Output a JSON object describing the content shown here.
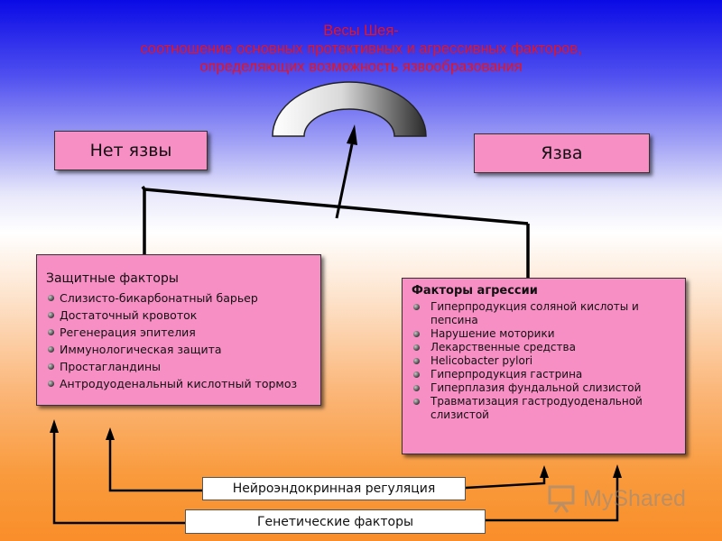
{
  "title": {
    "line1": "Весы Шея-",
    "line2": "соотношение основных протективных и агрессивных факторов,",
    "line3": "определяющих возможность язвообразования"
  },
  "outcomes": {
    "no_ulcer": "Нет язвы",
    "ulcer": "Язва"
  },
  "protective": {
    "title": "Защитные факторы",
    "items": [
      "Слизисто-бикарбонатный барьер",
      "Достаточный кровоток",
      "Регенерация эпителия",
      "Иммунологическая защита",
      "Простагландины",
      "Антродуоденальный кислотный тормоз"
    ]
  },
  "aggressive": {
    "title": "Факторы агрессии",
    "items": [
      "Гиперпродукция соляной кислоты и пепсина",
      "Нарушение моторики",
      "Лекарственные средства",
      "Helicobacter pylori",
      "Гиперпродукция гастрина",
      "Гиперплазия фундальной слизистой",
      "Травматизация гастродуоденальной слизистой"
    ]
  },
  "regulation": {
    "neuroendocrine": "Нейроэндокринная регуляция",
    "genetic": "Генетические факторы"
  },
  "watermark": {
    "text": "MyShared",
    "icon": "presentation-board-icon"
  },
  "colors": {
    "title": "#e8141e",
    "box_fill": "#f78ec4"
  }
}
